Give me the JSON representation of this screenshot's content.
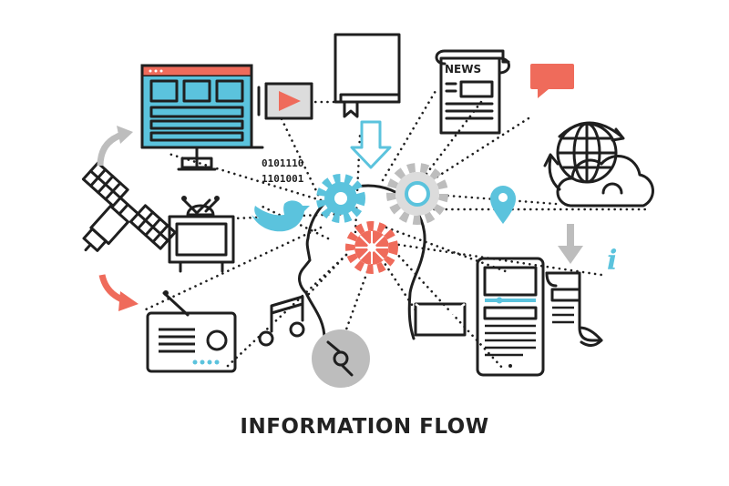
{
  "title": "INFORMATION FLOW",
  "binary_line1": "0101110",
  "binary_line2": "1101001",
  "news_label": "NEWS",
  "info_glyph": "i",
  "colors": {
    "coral": "#ef6b5b",
    "teal": "#5bc3dd",
    "gray": "#bdbdbd",
    "outline": "#1f1f1f"
  },
  "icons": [
    "satellite-icon",
    "computer-monitor-icon",
    "video-play-icon",
    "binary-code-icon",
    "book-icon",
    "download-arrow-icon",
    "newspaper-icon",
    "speech-bubble-icon",
    "globe-cloud-icon",
    "location-pin-icon",
    "info-icon",
    "twitter-bird-icon",
    "tv-icon",
    "gear-icon",
    "human-head-icon",
    "radio-icon",
    "music-note-icon",
    "compact-disc-icon",
    "envelope-icon",
    "tablet-news-icon",
    "scroll-document-icon"
  ]
}
